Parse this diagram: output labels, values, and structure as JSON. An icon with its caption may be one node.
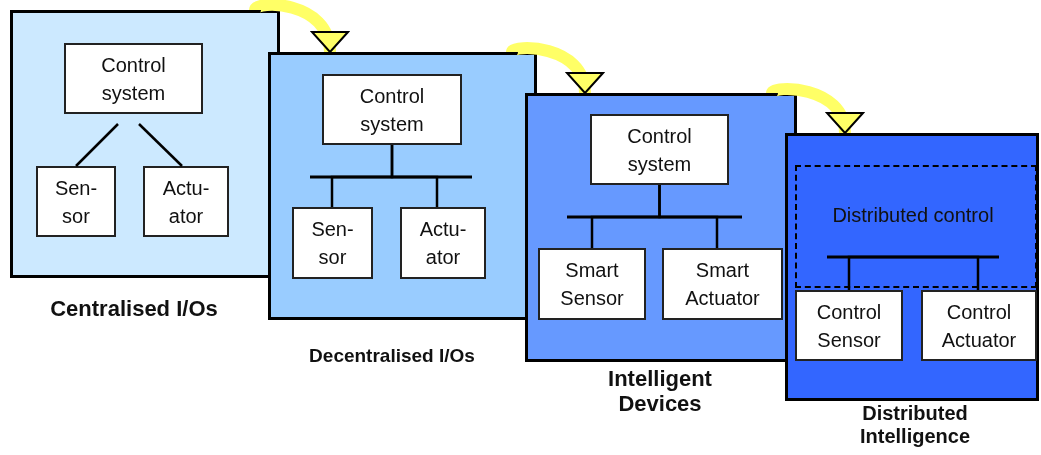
{
  "diagram": {
    "nodes": [
      {
        "text": [],
        "shape": "box",
        "beside": [
          "Centralised I/Os"
        ]
      },
      {
        "text": [
          "Control system"
        ],
        "in": 0
      },
      {
        "text": [
          "Sen- sor"
        ],
        "in": 0
      },
      {
        "text": [
          "Actu- ator"
        ],
        "in": 0
      },
      {
        "text": [],
        "shape": "box",
        "beside": [
          "Decentralised I/Os"
        ]
      },
      {
        "text": [
          "Control system"
        ],
        "in": 4
      },
      {
        "text": [
          "Sen- sor"
        ],
        "in": 4
      },
      {
        "text": [
          "Actu- ator"
        ],
        "in": 4
      },
      {
        "text": [],
        "shape": "box",
        "beside": [
          "Intelligent Devices"
        ]
      },
      {
        "text": [
          "Control system"
        ],
        "in": 8
      },
      {
        "text": [
          "Smart Sensor"
        ],
        "in": 8
      },
      {
        "text": [
          "Smart Actuator"
        ],
        "in": 8
      },
      {
        "text": [],
        "shape": "box",
        "beside": [
          "Distributed Intelligence"
        ]
      },
      {
        "text": [
          "Distributed control"
        ],
        "in": 12
      },
      {
        "text": [
          "Control Sensor"
        ],
        "in": 12
      },
      {
        "text": [
          "Control Actuator"
        ],
        "in": 12
      }
    ],
    "edges": [
      {
        "from": 1,
        "to": 2,
        "arrow": "none"
      },
      {
        "from": 1,
        "to": 3,
        "arrow": "none"
      },
      {
        "from": 5,
        "to": 6,
        "arrow": "none"
      },
      {
        "from": 5,
        "to": 7,
        "arrow": "none"
      },
      {
        "from": 9,
        "to": 10,
        "arrow": "none"
      },
      {
        "from": 9,
        "to": 11,
        "arrow": "none"
      },
      {
        "from": 13,
        "to": 14,
        "arrow": "none"
      },
      {
        "from": 13,
        "to": 15,
        "arrow": "none"
      },
      {
        "from": 0,
        "to": 4,
        "arrow": "to",
        "style": "thick",
        "color": "#ffff66"
      },
      {
        "from": 4,
        "to": 8,
        "arrow": "to",
        "style": "thick",
        "color": "#ffff66"
      },
      {
        "from": 8,
        "to": 12,
        "arrow": "to",
        "style": "thick",
        "color": "#ffff66"
      }
    ]
  }
}
